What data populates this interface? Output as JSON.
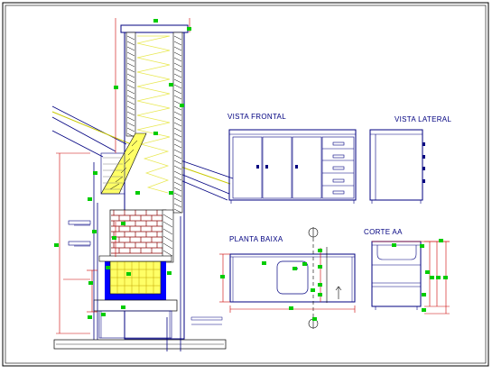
{
  "drawing": {
    "labels": {
      "vista_frontal": "VISTA FRONTAL",
      "vista_lateral": "VISTA LATERAL",
      "planta_baixa": "PLANTA BAIXA",
      "corte_aa": "CORTE AA"
    },
    "colors": {
      "background": "#ffffff",
      "frame": "#000000",
      "outline": "#000080",
      "brick": "#8b0000",
      "dimension": "#cc0000",
      "accent": "#ffff66",
      "marker": "#00cc00",
      "blue_fill": "#0000ff",
      "gray_detail": "#808080"
    }
  }
}
